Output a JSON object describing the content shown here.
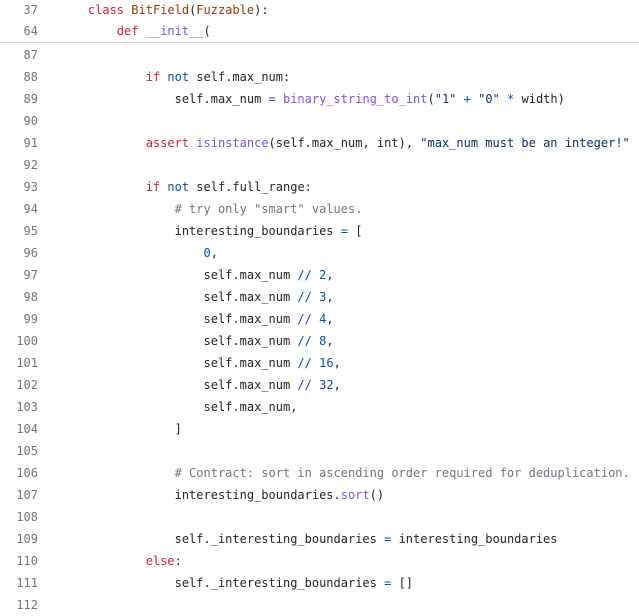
{
  "sticky_lines": [
    {
      "n": "37",
      "t": [
        [
          "tx",
          "    "
        ],
        [
          "kw",
          "class"
        ],
        [
          "tx",
          " "
        ],
        [
          "cls",
          "BitField"
        ],
        [
          "tx",
          "("
        ],
        [
          "cls",
          "Fuzzable"
        ],
        [
          "tx",
          "):"
        ]
      ]
    },
    {
      "n": "64",
      "t": [
        [
          "tx",
          "        "
        ],
        [
          "kw",
          "def"
        ],
        [
          "tx",
          " "
        ],
        [
          "fn",
          "__init__"
        ],
        [
          "tx",
          "("
        ]
      ]
    }
  ],
  "lines": [
    {
      "n": "87",
      "t": []
    },
    {
      "n": "88",
      "t": [
        [
          "tx",
          "            "
        ],
        [
          "kw",
          "if"
        ],
        [
          "tx",
          " "
        ],
        [
          "kw2",
          "not"
        ],
        [
          "tx",
          " self.max_num:"
        ]
      ]
    },
    {
      "n": "89",
      "t": [
        [
          "tx",
          "                self.max_num "
        ],
        [
          "op",
          "="
        ],
        [
          "tx",
          " "
        ],
        [
          "fn",
          "binary_string_to_int"
        ],
        [
          "tx",
          "("
        ],
        [
          "str",
          "\"1\""
        ],
        [
          "tx",
          " "
        ],
        [
          "op",
          "+"
        ],
        [
          "tx",
          " "
        ],
        [
          "str",
          "\"0\""
        ],
        [
          "tx",
          " "
        ],
        [
          "op",
          "*"
        ],
        [
          "tx",
          " width)"
        ]
      ]
    },
    {
      "n": "90",
      "t": []
    },
    {
      "n": "91",
      "t": [
        [
          "tx",
          "            "
        ],
        [
          "kw",
          "assert"
        ],
        [
          "tx",
          " "
        ],
        [
          "fn",
          "isinstance"
        ],
        [
          "tx",
          "(self.max_num, int), "
        ],
        [
          "str",
          "\"max_num must be an integer!\""
        ]
      ]
    },
    {
      "n": "92",
      "t": []
    },
    {
      "n": "93",
      "t": [
        [
          "tx",
          "            "
        ],
        [
          "kw",
          "if"
        ],
        [
          "tx",
          " "
        ],
        [
          "kw2",
          "not"
        ],
        [
          "tx",
          " self.full_range:"
        ]
      ]
    },
    {
      "n": "94",
      "t": [
        [
          "tx",
          "                "
        ],
        [
          "cm",
          "# try only \"smart\" values."
        ]
      ]
    },
    {
      "n": "95",
      "t": [
        [
          "tx",
          "                interesting_boundaries "
        ],
        [
          "op",
          "="
        ],
        [
          "tx",
          " ["
        ]
      ]
    },
    {
      "n": "96",
      "t": [
        [
          "tx",
          "                    "
        ],
        [
          "num",
          "0"
        ],
        [
          "tx",
          ","
        ]
      ]
    },
    {
      "n": "97",
      "t": [
        [
          "tx",
          "                    self.max_num "
        ],
        [
          "op",
          "//"
        ],
        [
          "tx",
          " "
        ],
        [
          "num",
          "2"
        ],
        [
          "tx",
          ","
        ]
      ]
    },
    {
      "n": "98",
      "t": [
        [
          "tx",
          "                    self.max_num "
        ],
        [
          "op",
          "//"
        ],
        [
          "tx",
          " "
        ],
        [
          "num",
          "3"
        ],
        [
          "tx",
          ","
        ]
      ]
    },
    {
      "n": "99",
      "t": [
        [
          "tx",
          "                    self.max_num "
        ],
        [
          "op",
          "//"
        ],
        [
          "tx",
          " "
        ],
        [
          "num",
          "4"
        ],
        [
          "tx",
          ","
        ]
      ]
    },
    {
      "n": "100",
      "t": [
        [
          "tx",
          "                    self.max_num "
        ],
        [
          "op",
          "//"
        ],
        [
          "tx",
          " "
        ],
        [
          "num",
          "8"
        ],
        [
          "tx",
          ","
        ]
      ]
    },
    {
      "n": "101",
      "t": [
        [
          "tx",
          "                    self.max_num "
        ],
        [
          "op",
          "//"
        ],
        [
          "tx",
          " "
        ],
        [
          "num",
          "16"
        ],
        [
          "tx",
          ","
        ]
      ]
    },
    {
      "n": "102",
      "t": [
        [
          "tx",
          "                    self.max_num "
        ],
        [
          "op",
          "//"
        ],
        [
          "tx",
          " "
        ],
        [
          "num",
          "32"
        ],
        [
          "tx",
          ","
        ]
      ]
    },
    {
      "n": "103",
      "t": [
        [
          "tx",
          "                    self.max_num,"
        ]
      ]
    },
    {
      "n": "104",
      "t": [
        [
          "tx",
          "                ]"
        ]
      ]
    },
    {
      "n": "105",
      "t": []
    },
    {
      "n": "106",
      "t": [
        [
          "tx",
          "                "
        ],
        [
          "cm",
          "# Contract: sort in ascending order required for deduplication."
        ]
      ]
    },
    {
      "n": "107",
      "t": [
        [
          "tx",
          "                interesting_boundaries."
        ],
        [
          "fn",
          "sort"
        ],
        [
          "tx",
          "()"
        ]
      ]
    },
    {
      "n": "108",
      "t": []
    },
    {
      "n": "109",
      "t": [
        [
          "tx",
          "                self._interesting_boundaries "
        ],
        [
          "op",
          "="
        ],
        [
          "tx",
          " interesting_boundaries"
        ]
      ]
    },
    {
      "n": "110",
      "t": [
        [
          "tx",
          "            "
        ],
        [
          "kw",
          "else"
        ],
        [
          "tx",
          ":"
        ]
      ]
    },
    {
      "n": "111",
      "t": [
        [
          "tx",
          "                self._interesting_boundaries "
        ],
        [
          "op",
          "="
        ],
        [
          "tx",
          " []"
        ]
      ]
    },
    {
      "n": "112",
      "t": []
    }
  ]
}
